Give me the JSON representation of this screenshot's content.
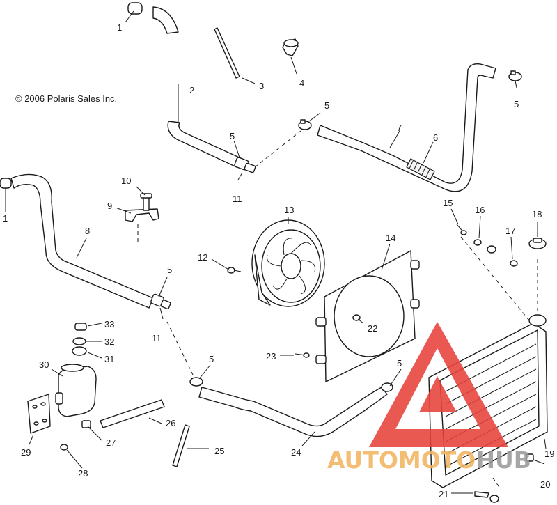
{
  "copyright": "© 2006 Polaris Sales Inc.",
  "watermark": {
    "text_part1": "AUTOMOTO",
    "text_part2": "HUB",
    "color_part1": "#f2b560",
    "color_part2": "#9a9a9a",
    "triangle_color": "#e8413b"
  },
  "callouts": [
    "1",
    "1",
    "2",
    "3",
    "4",
    "5",
    "5",
    "5",
    "5",
    "5",
    "5",
    "6",
    "7",
    "8",
    "9",
    "10",
    "11",
    "11",
    "12",
    "13",
    "14",
    "15",
    "16",
    "17",
    "18",
    "19",
    "20",
    "21",
    "22",
    "23",
    "24",
    "25",
    "26",
    "27",
    "28",
    "29",
    "30",
    "31",
    "32",
    "33"
  ]
}
